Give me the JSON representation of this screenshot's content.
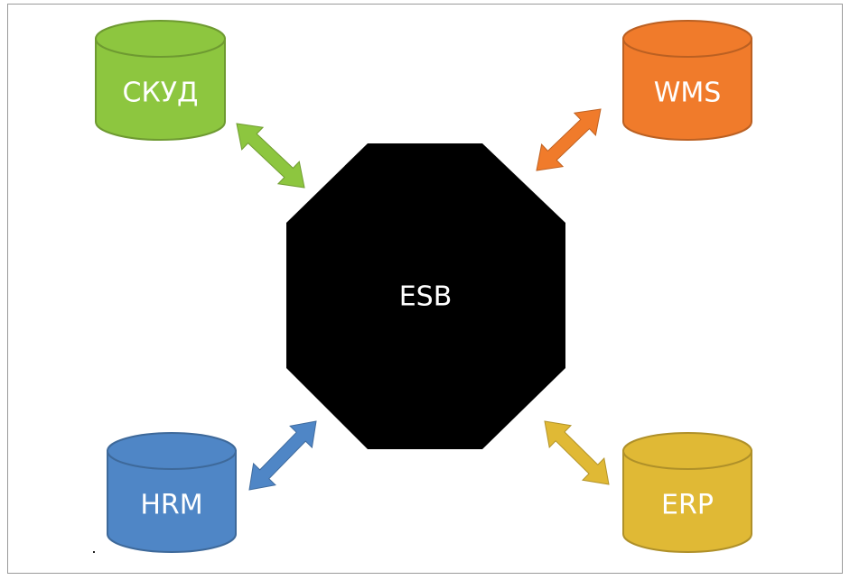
{
  "hub": {
    "label": "ESB",
    "color": "#000000"
  },
  "systems": [
    {
      "id": "skud",
      "label": "СКУД",
      "color": "#8DC63F",
      "arrow_color": "#8DC63F"
    },
    {
      "id": "wms",
      "label": "WMS",
      "color": "#F07B2B",
      "arrow_color": "#F07B2B"
    },
    {
      "id": "hrm",
      "label": "HRM",
      "color": "#4F86C6",
      "arrow_color": "#4F86C6"
    },
    {
      "id": "erp",
      "label": "ERP",
      "color": "#E0B935",
      "arrow_color": "#E0B935"
    }
  ]
}
